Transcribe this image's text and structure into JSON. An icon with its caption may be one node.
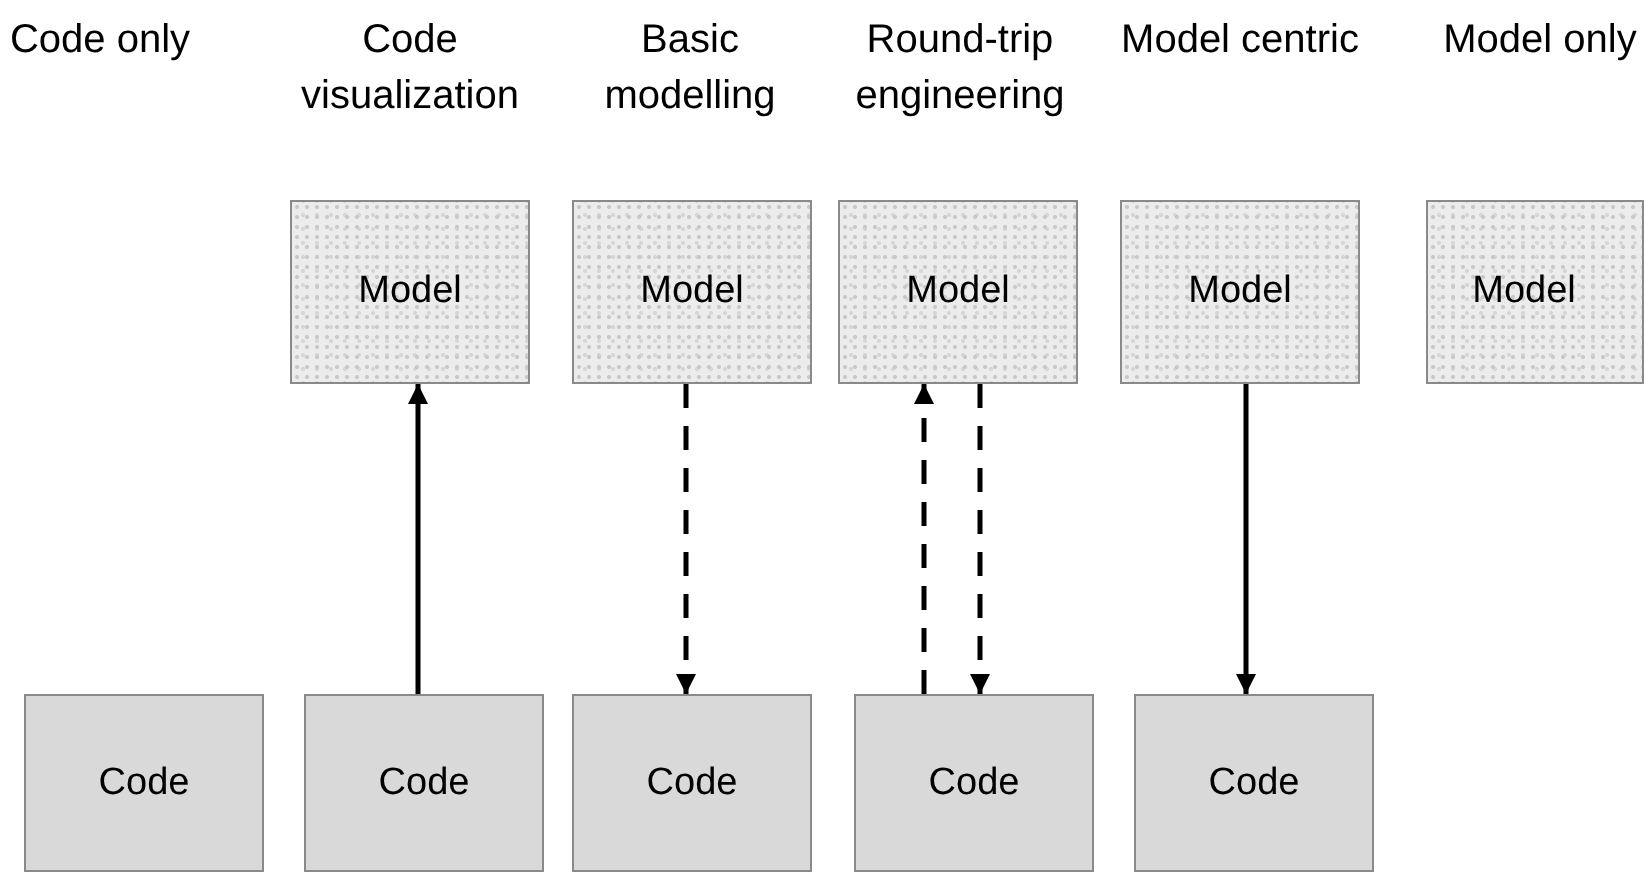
{
  "diagram": {
    "nodes": [
      {
        "text": [
          "Model"
        ]
      },
      {
        "text": [
          "Model"
        ]
      },
      {
        "text": [
          "Model"
        ]
      },
      {
        "text": [
          "Model"
        ]
      },
      {
        "text": [
          "Model"
        ]
      },
      {
        "text": [
          "Code"
        ]
      },
      {
        "text": [
          "Code"
        ]
      },
      {
        "text": [
          "Code"
        ]
      },
      {
        "text": [
          "Code"
        ]
      },
      {
        "text": [
          "Code"
        ]
      }
    ],
    "edges": [
      {
        "from": 6,
        "to": 0,
        "arrow": "to"
      },
      {
        "from": 1,
        "to": 7,
        "arrow": "to",
        "style": "dashed"
      },
      {
        "from": 8,
        "to": 2,
        "arrow": "to",
        "style": "dashed"
      },
      {
        "from": 2,
        "to": 8,
        "arrow": "to",
        "style": "dashed"
      },
      {
        "from": 3,
        "to": 9,
        "arrow": "to"
      }
    ],
    "labels": [
      "Code only",
      "Code visualization",
      "Basic modelling",
      "Round-trip engineering",
      "Model centric",
      "Model only"
    ]
  }
}
